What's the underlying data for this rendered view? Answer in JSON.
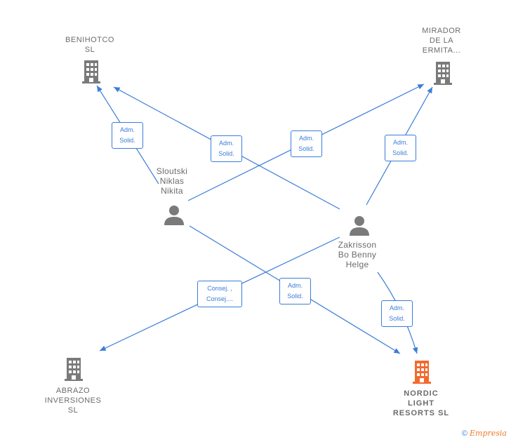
{
  "colors": {
    "edge": "#3b7dd8",
    "company": "#7a7a7a",
    "main_company": "#f26a2e",
    "person": "#7a7a7a"
  },
  "nodes": {
    "benihotco": {
      "label": "BENIHOTCO\nSL",
      "icon": "building-icon"
    },
    "mirador": {
      "label": "MIRADOR\nDE LA\nERMITA...",
      "icon": "building-icon"
    },
    "sloutski": {
      "label": "Sloutski\nNiklas\nNikita",
      "icon": "person-icon"
    },
    "zakrisson": {
      "label": "Zakrisson\nBo Benny\nHelge",
      "icon": "person-icon"
    },
    "abrazo": {
      "label": "ABRAZO\nINVERSIONES\nSL",
      "icon": "building-icon"
    },
    "nordic": {
      "label": "NORDIC\nLIGHT\nRESORTS  SL",
      "icon": "building-icon"
    }
  },
  "edges": [
    {
      "label": "Adm.\nSolid."
    },
    {
      "label": "Adm.\nSolid."
    },
    {
      "label": "Adm.\nSolid."
    },
    {
      "label": "Adm.\nSolid."
    },
    {
      "label": "Consej. ,\nConsej...."
    },
    {
      "label": "Adm.\nSolid."
    },
    {
      "label": "Adm.\nSolid."
    }
  ],
  "footer": {
    "copyright_symbol": "©",
    "brand": "Empresia"
  }
}
